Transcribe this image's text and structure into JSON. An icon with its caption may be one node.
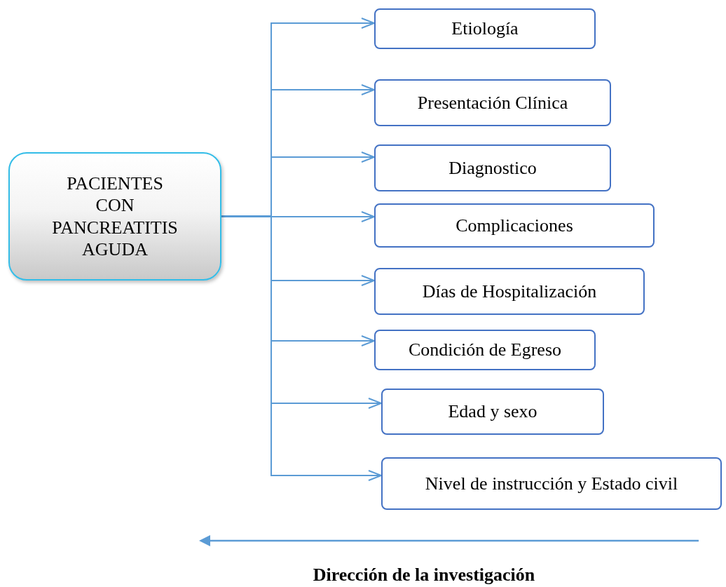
{
  "diagram": {
    "nodes": [
      {
        "text": [
          "PACIENTES CON PANCREATITIS AGUDA"
        ]
      },
      {
        "text": [
          "Etiología"
        ]
      },
      {
        "text": [
          "Presentación Clínica"
        ]
      },
      {
        "text": [
          "Diagnostico"
        ]
      },
      {
        "text": [
          "Complicaciones"
        ]
      },
      {
        "text": [
          "Días de Hospitalización"
        ]
      },
      {
        "text": [
          "Condición de Egreso"
        ]
      },
      {
        "text": [
          "Edad y sexo"
        ]
      },
      {
        "text": [
          "Nivel de instrucción y Estado civil"
        ]
      }
    ],
    "edges": [
      {
        "from": 0,
        "to": 1,
        "arrow": "to"
      },
      {
        "from": 0,
        "to": 2,
        "arrow": "to"
      },
      {
        "from": 0,
        "to": 3,
        "arrow": "to"
      },
      {
        "from": 0,
        "to": 4,
        "arrow": "to"
      },
      {
        "from": 0,
        "to": 5,
        "arrow": "to"
      },
      {
        "from": 0,
        "to": 6,
        "arrow": "to"
      },
      {
        "from": 0,
        "to": 7,
        "arrow": "to"
      },
      {
        "from": 0,
        "to": 8,
        "arrow": "to"
      }
    ],
    "labels": [
      "Dirección de la investigación"
    ]
  }
}
